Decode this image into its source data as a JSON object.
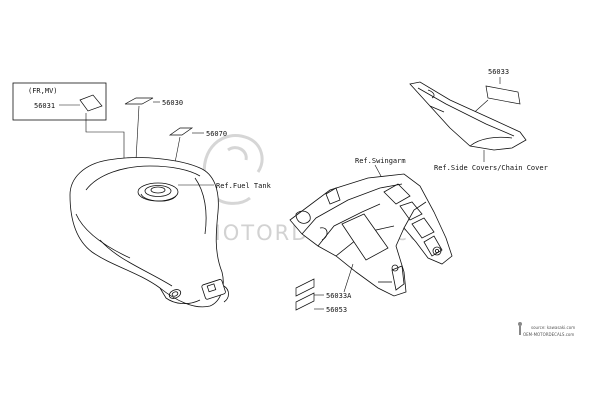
{
  "labels": {
    "fr_mv": "(FR,MV)",
    "p56031": "56031",
    "p56030": "56030",
    "p56070": "56070",
    "ref_fuel_tank": "Ref.Fuel Tank",
    "ref_swingarm": "Ref.Swingarm",
    "p56033A": "56033A",
    "p56053": "56053",
    "p56033": "56033",
    "ref_side_covers": "Ref.Side Covers/Chain Cover"
  },
  "watermark": {
    "text": "OEM MOTORDECALS.com",
    "source": "source: kawasaki.com",
    "site": "OEM-MOTORDECALS.com"
  }
}
